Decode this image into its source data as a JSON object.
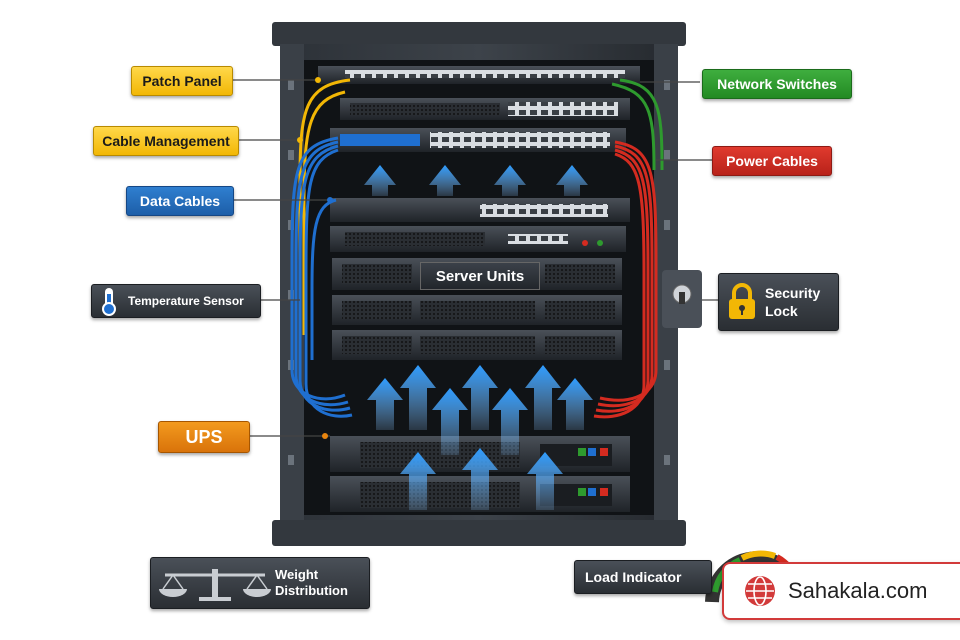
{
  "labels": {
    "patch_panel": "Patch Panel",
    "cable_management": "Cable Management",
    "data_cables": "Data Cables",
    "temperature_sensor": "Temperature Sensor",
    "ups": "UPS",
    "network_switches": "Network Switches",
    "power_cables": "Power Cables",
    "security_lock_line1": "Security",
    "security_lock_line2": "Lock",
    "server_units": "Server Units",
    "weight_line1": "Weight",
    "weight_line2": "Distribution",
    "load_indicator": "Load Indicator"
  },
  "watermark": {
    "text": "Sahakala.com"
  },
  "colors": {
    "yellow": "#f2b705",
    "green": "#2e9a2e",
    "red": "#d42b20",
    "blue": "#1f6fd0",
    "orange": "#e8850f",
    "dark": "#2a2e33",
    "rack": "#1e2226"
  },
  "icons": [
    "thermometer-icon",
    "padlock-icon",
    "balance-scale-icon",
    "gauge-icon",
    "globe-icon",
    "airflow-arrow-icon"
  ]
}
